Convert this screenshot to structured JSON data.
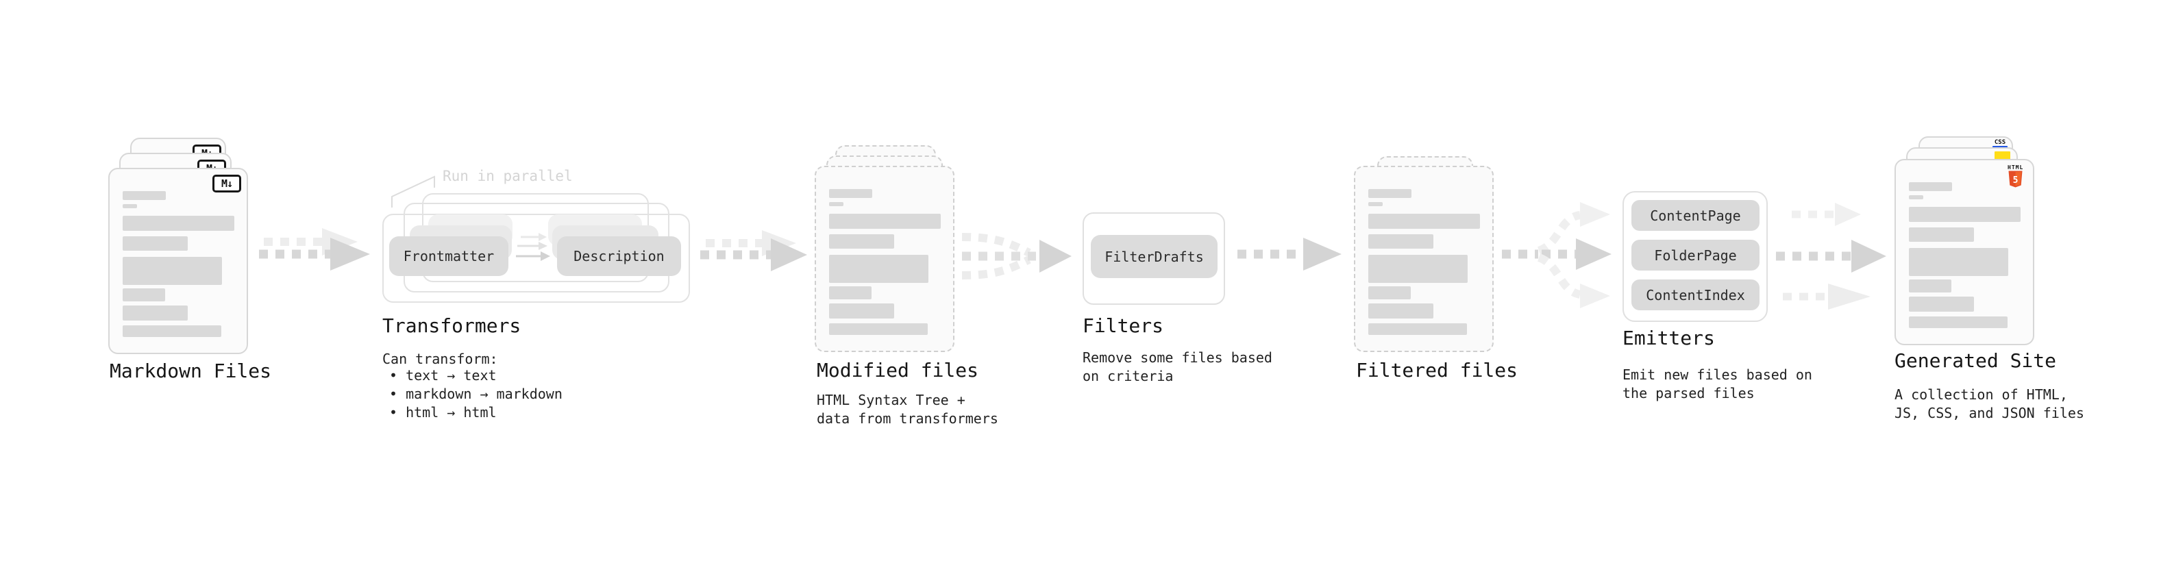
{
  "colors": {
    "html5_orange": "#e44d26",
    "html5_orange_light": "#f16529",
    "js_yellow": "#ffdd17",
    "css_blue": "#2457e6"
  },
  "stages": {
    "markdown": {
      "label": "Markdown Files",
      "badge": "M↓"
    },
    "transformers": {
      "label": "Transformers",
      "annotation": "Run in parallel",
      "pill_left": "Frontmatter",
      "pill_right": "Description",
      "desc_title": "Can transform:",
      "bullets": [
        "• text → text",
        "• markdown → markdown",
        "• html → html"
      ]
    },
    "modified": {
      "label": "Modified files",
      "desc_line1": "HTML Syntax Tree +",
      "desc_line2": "data from transformers"
    },
    "filters": {
      "label": "Filters",
      "pill": "FilterDrafts",
      "desc_line1": "Remove some files based",
      "desc_line2": "on criteria"
    },
    "filtered": {
      "label": "Filtered files"
    },
    "emitters": {
      "label": "Emitters",
      "pills": [
        "ContentPage",
        "FolderPage",
        "ContentIndex"
      ],
      "desc_line1": "Emit new files based on",
      "desc_line2": "the parsed files"
    },
    "generated": {
      "label": "Generated Site",
      "desc_line1": "A collection of HTML,",
      "desc_line2": "JS, CSS, and JSON files",
      "css_badge": "CSS",
      "html_badge_word": "HTML",
      "html_badge_number": "5"
    }
  }
}
